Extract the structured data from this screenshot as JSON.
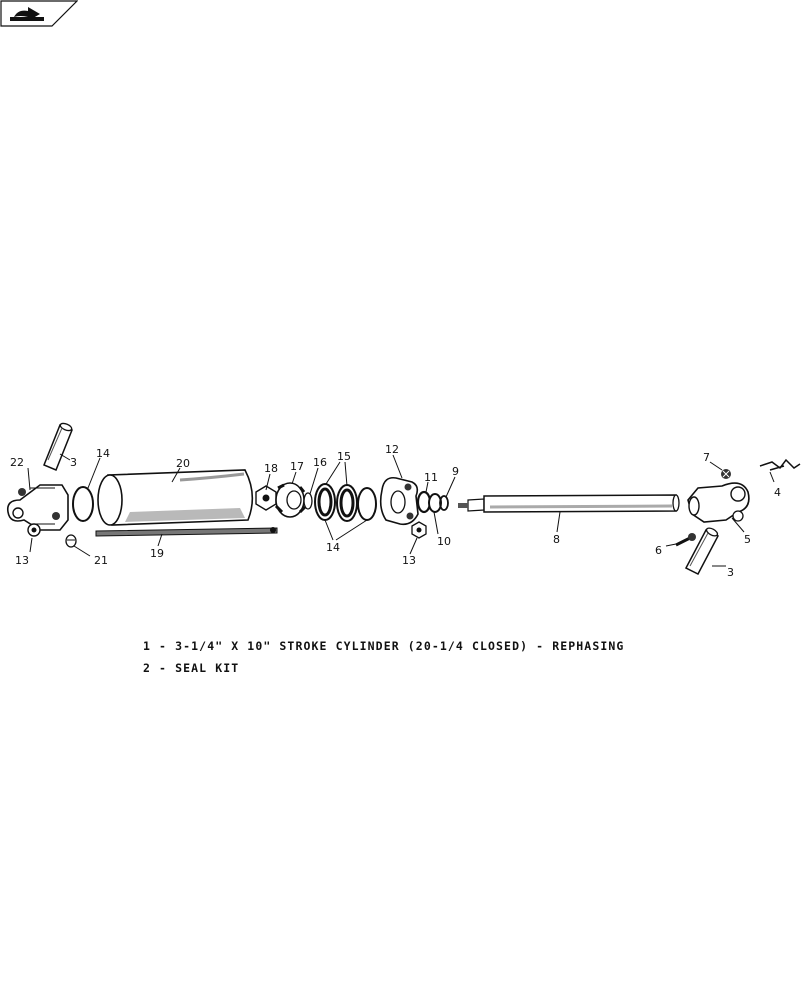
{
  "nav": {
    "icon": "return-arrow-icon"
  },
  "callouts": {
    "c22": "22",
    "c3a": "3",
    "c14a": "14",
    "c20": "20",
    "c18": "18",
    "c17": "17",
    "c16": "16",
    "c15": "15",
    "c12": "12",
    "c11": "11",
    "c9": "9",
    "c7": "7",
    "c4": "4",
    "c13a": "13",
    "c21": "21",
    "c19": "19",
    "c14b": "14",
    "c13b": "13",
    "c10": "10",
    "c8": "8",
    "c6": "6",
    "c5": "5",
    "c3b": "3"
  },
  "legend": [
    {
      "text": "1 - 3-1/4\" X 10\" STROKE CYLINDER (20-1/4 CLOSED) - REPHASING"
    },
    {
      "text": "2 - SEAL KIT"
    }
  ]
}
